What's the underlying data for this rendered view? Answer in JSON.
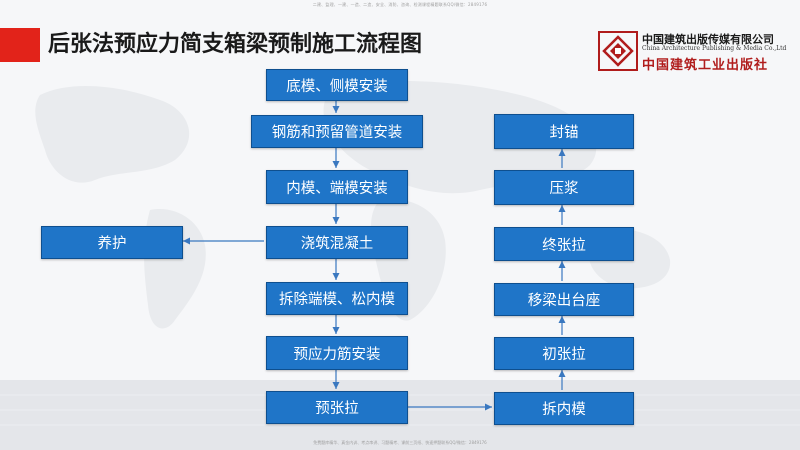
{
  "header": {
    "title": "后张法预应力简支箱梁预制施工流程图",
    "top_note": "二建、监理、一建、一造、二造、安全、消防、咨询、检测课程精题联系QQ/微信：2849176",
    "bottom_note": "免费题库精华、真金内训、考点串讲、习题精考、课前三页纸、快速押题联系QQ/微信：2849176"
  },
  "publisher": {
    "name_cn": "中国建筑出版传媒有限公司",
    "name_en": "China Architecture Publishing & Media Co.,Ltd",
    "name_calligraphy": "中国建筑工业出版社"
  },
  "flow": {
    "main_steps": [
      "底模、侧模安装",
      "钢筋和预留管道安装",
      "内模、端模安装",
      "浇筑混凝土",
      "拆除端模、松内模",
      "预应力筋安装",
      "预张拉"
    ],
    "side_step": "养护",
    "right_steps": [
      "拆内模",
      "初张拉",
      "移梁出台座",
      "终张拉",
      "压浆",
      "封锚"
    ]
  },
  "colors": {
    "box_fill": "#1f75c8",
    "box_border": "#0e4f8f",
    "arrow": "#3a78c0",
    "accent_red": "#e2231a"
  }
}
